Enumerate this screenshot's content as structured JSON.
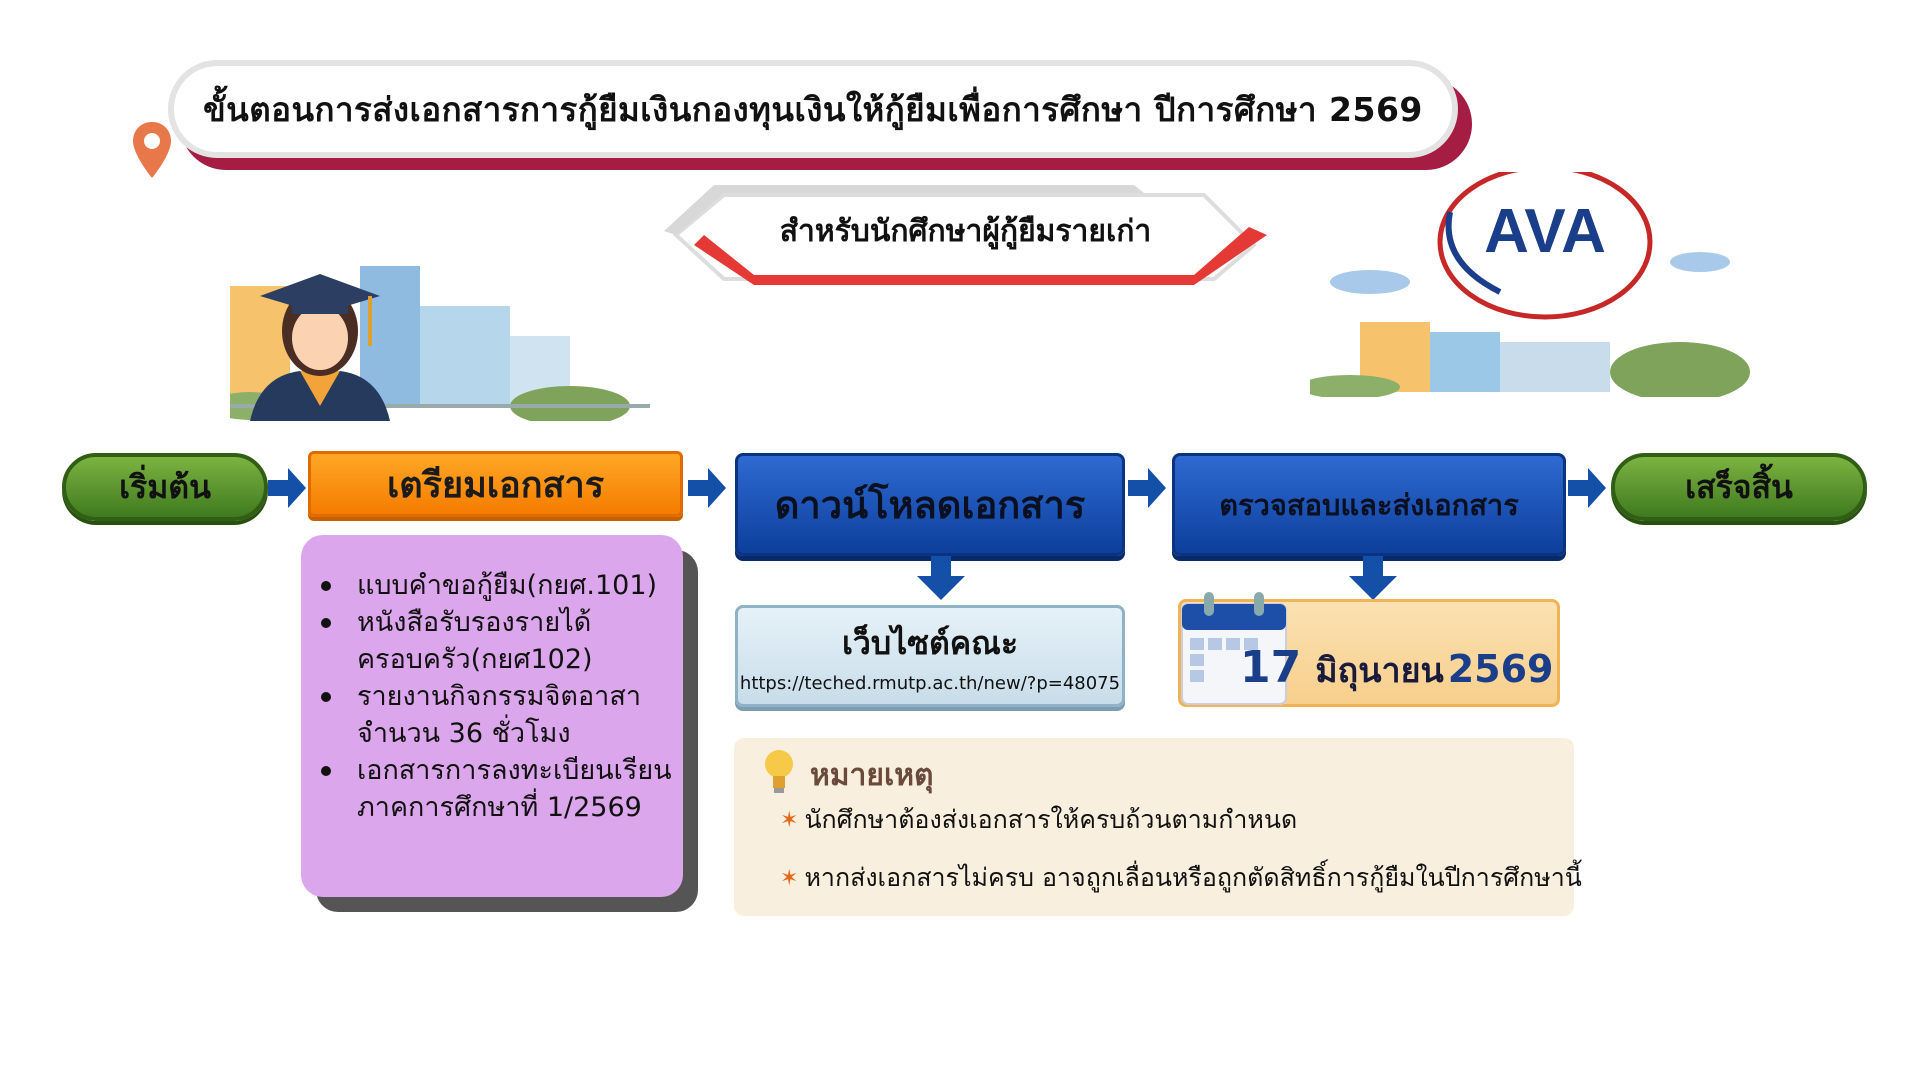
{
  "header": {
    "title": "ขั้นตอนการส่งเอกสารการกู้ยืมเงินกองทุนเงินให้กู้ยืมเพื่อการศึกษา ปีการศึกษา 2569",
    "subtitle": "สำหรับนักศึกษาผู้กู้ยืมรายเก่า"
  },
  "logo": {
    "text": "AVA"
  },
  "flow": {
    "start": "เริ่มต้น",
    "step1": "เตรียมเอกสาร",
    "step2": "ดาวน์โหลดเอกสาร",
    "step3": "ตรวจสอบและส่งเอกสาร",
    "end": "เสร็จสิ้น"
  },
  "documents": [
    "แบบคำขอกู้ยืม(กยศ.101)",
    "หนังสือรับรองรายได้ครอบครัว(กยศ102)",
    "รายงานกิจกรรมจิตอาสา จำนวน 36 ชั่วโมง",
    "เอกสารการลงทะเบียนเรียน ภาคการศึกษาที่ 1/2569"
  ],
  "website": {
    "title": "เว็บไซต์คณะ",
    "url": "https://teched.rmutp.ac.th/new/?p=48075"
  },
  "deadline": {
    "day": "17",
    "month": "มิถุนายน",
    "year": "2569"
  },
  "notes": {
    "heading": "หมายเหตุ",
    "items": [
      "นักศึกษาต้องส่งเอกสารให้ครบถ้วนตามกำหนด",
      "หากส่งเอกสารไม่ครบ อาจถูกเลื่อนหรือถูกตัดสิทธิ์การกู้ยืมในปีการศึกษานี้"
    ]
  },
  "colors": {
    "title_band": "#a51d43",
    "start_end": "#4f8a25",
    "prepare": "#f7931e",
    "blue_step": "#1248a8",
    "docs_bg": "#dca6ec",
    "notes_bg": "#f9efde"
  }
}
